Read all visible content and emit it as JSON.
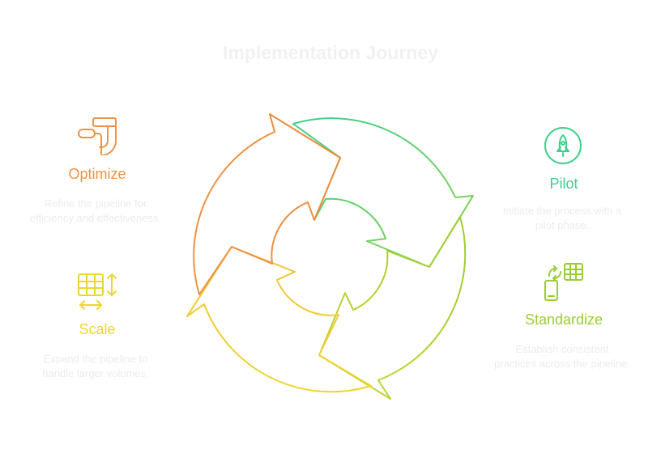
{
  "title": "Implementation Journey",
  "colors": {
    "optimize": "#ee9245",
    "pilot": "#3dcf8c",
    "standardize": "#9acd32",
    "scale": "#efd52d",
    "muted_text": "#ececec"
  },
  "steps": [
    {
      "key": "pilot",
      "label": "Pilot",
      "description": "Initiate the process with a pilot phase.",
      "icon": "rocket-icon"
    },
    {
      "key": "standardize",
      "label": "Standardize",
      "description": "Establish consistent practices across the pipeline.",
      "icon": "phone-table-sync-icon"
    },
    {
      "key": "scale",
      "label": "Scale",
      "description": "Expand the pipeline to handle larger volumes.",
      "icon": "table-resize-icon"
    },
    {
      "key": "optimize",
      "label": "Optimize",
      "description": "Refine the pipeline for efficiency and effectiveness.",
      "icon": "pipe-icon"
    }
  ]
}
